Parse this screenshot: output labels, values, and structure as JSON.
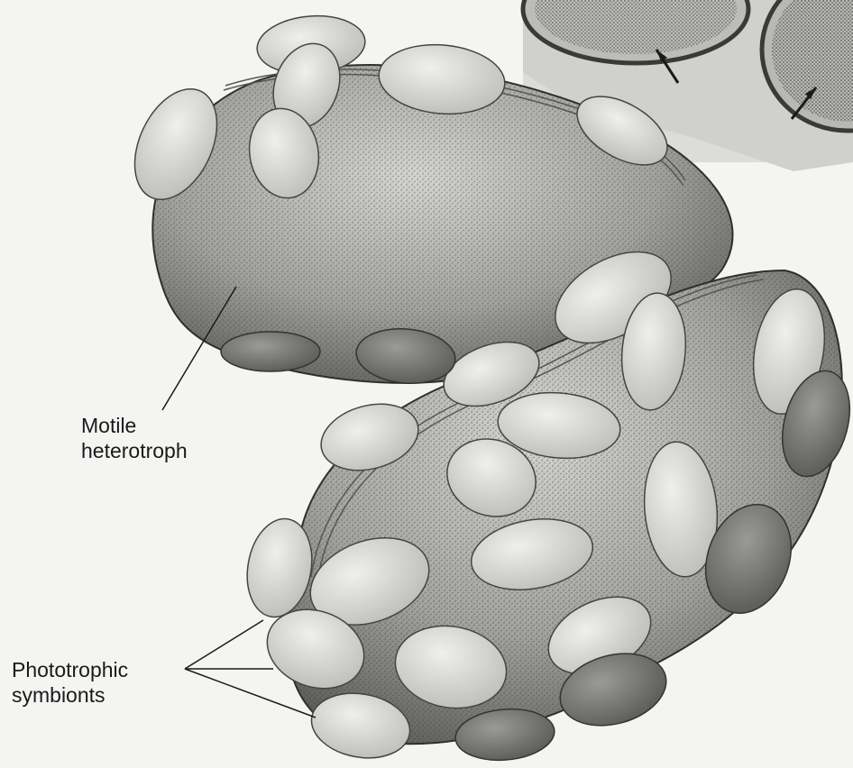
{
  "figure": {
    "labels": {
      "heterotroph": [
        "Motile",
        "heterotroph"
      ],
      "symbionts": [
        "Phototrophic",
        "symbionts"
      ]
    }
  },
  "colors": {
    "background": "#f4f4f2",
    "cell_body": "#a9a9a5",
    "symbiont_light": "#dadad6",
    "symbiont_dark": "#7b7b77",
    "ink": "#1a1a1a"
  }
}
